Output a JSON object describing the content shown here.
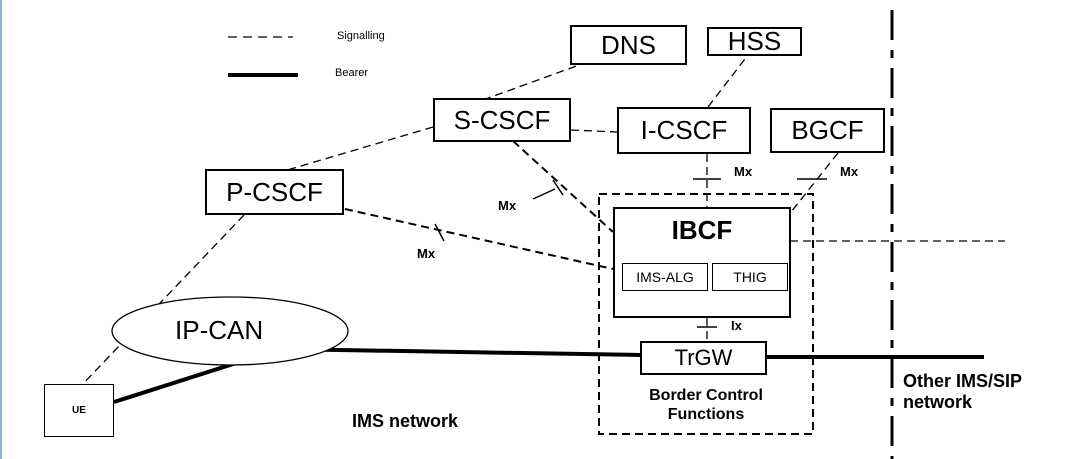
{
  "legend": {
    "signalling": "Signalling",
    "bearer": "Bearer"
  },
  "nodes": {
    "dns": "DNS",
    "hss": "HSS",
    "s_cscf": "S-CSCF",
    "i_cscf": "I-CSCF",
    "bgcf": "BGCF",
    "p_cscf": "P-CSCF",
    "ibcf": "IBCF",
    "ims_alg": "IMS-ALG",
    "thig": "THIG",
    "ip_can": "IP-CAN",
    "trgw": "TrGW",
    "ue": "UE"
  },
  "interfaces": {
    "mx_icscf": "Mx",
    "mx_bgcf": "Mx",
    "mx_scscf": "Mx",
    "mx_pcscf": "Mx",
    "ix": "Ix"
  },
  "regions": {
    "border_control": "Border Control Functions",
    "ims_network": "IMS network",
    "other_network": "Other IMS/SIP network"
  }
}
